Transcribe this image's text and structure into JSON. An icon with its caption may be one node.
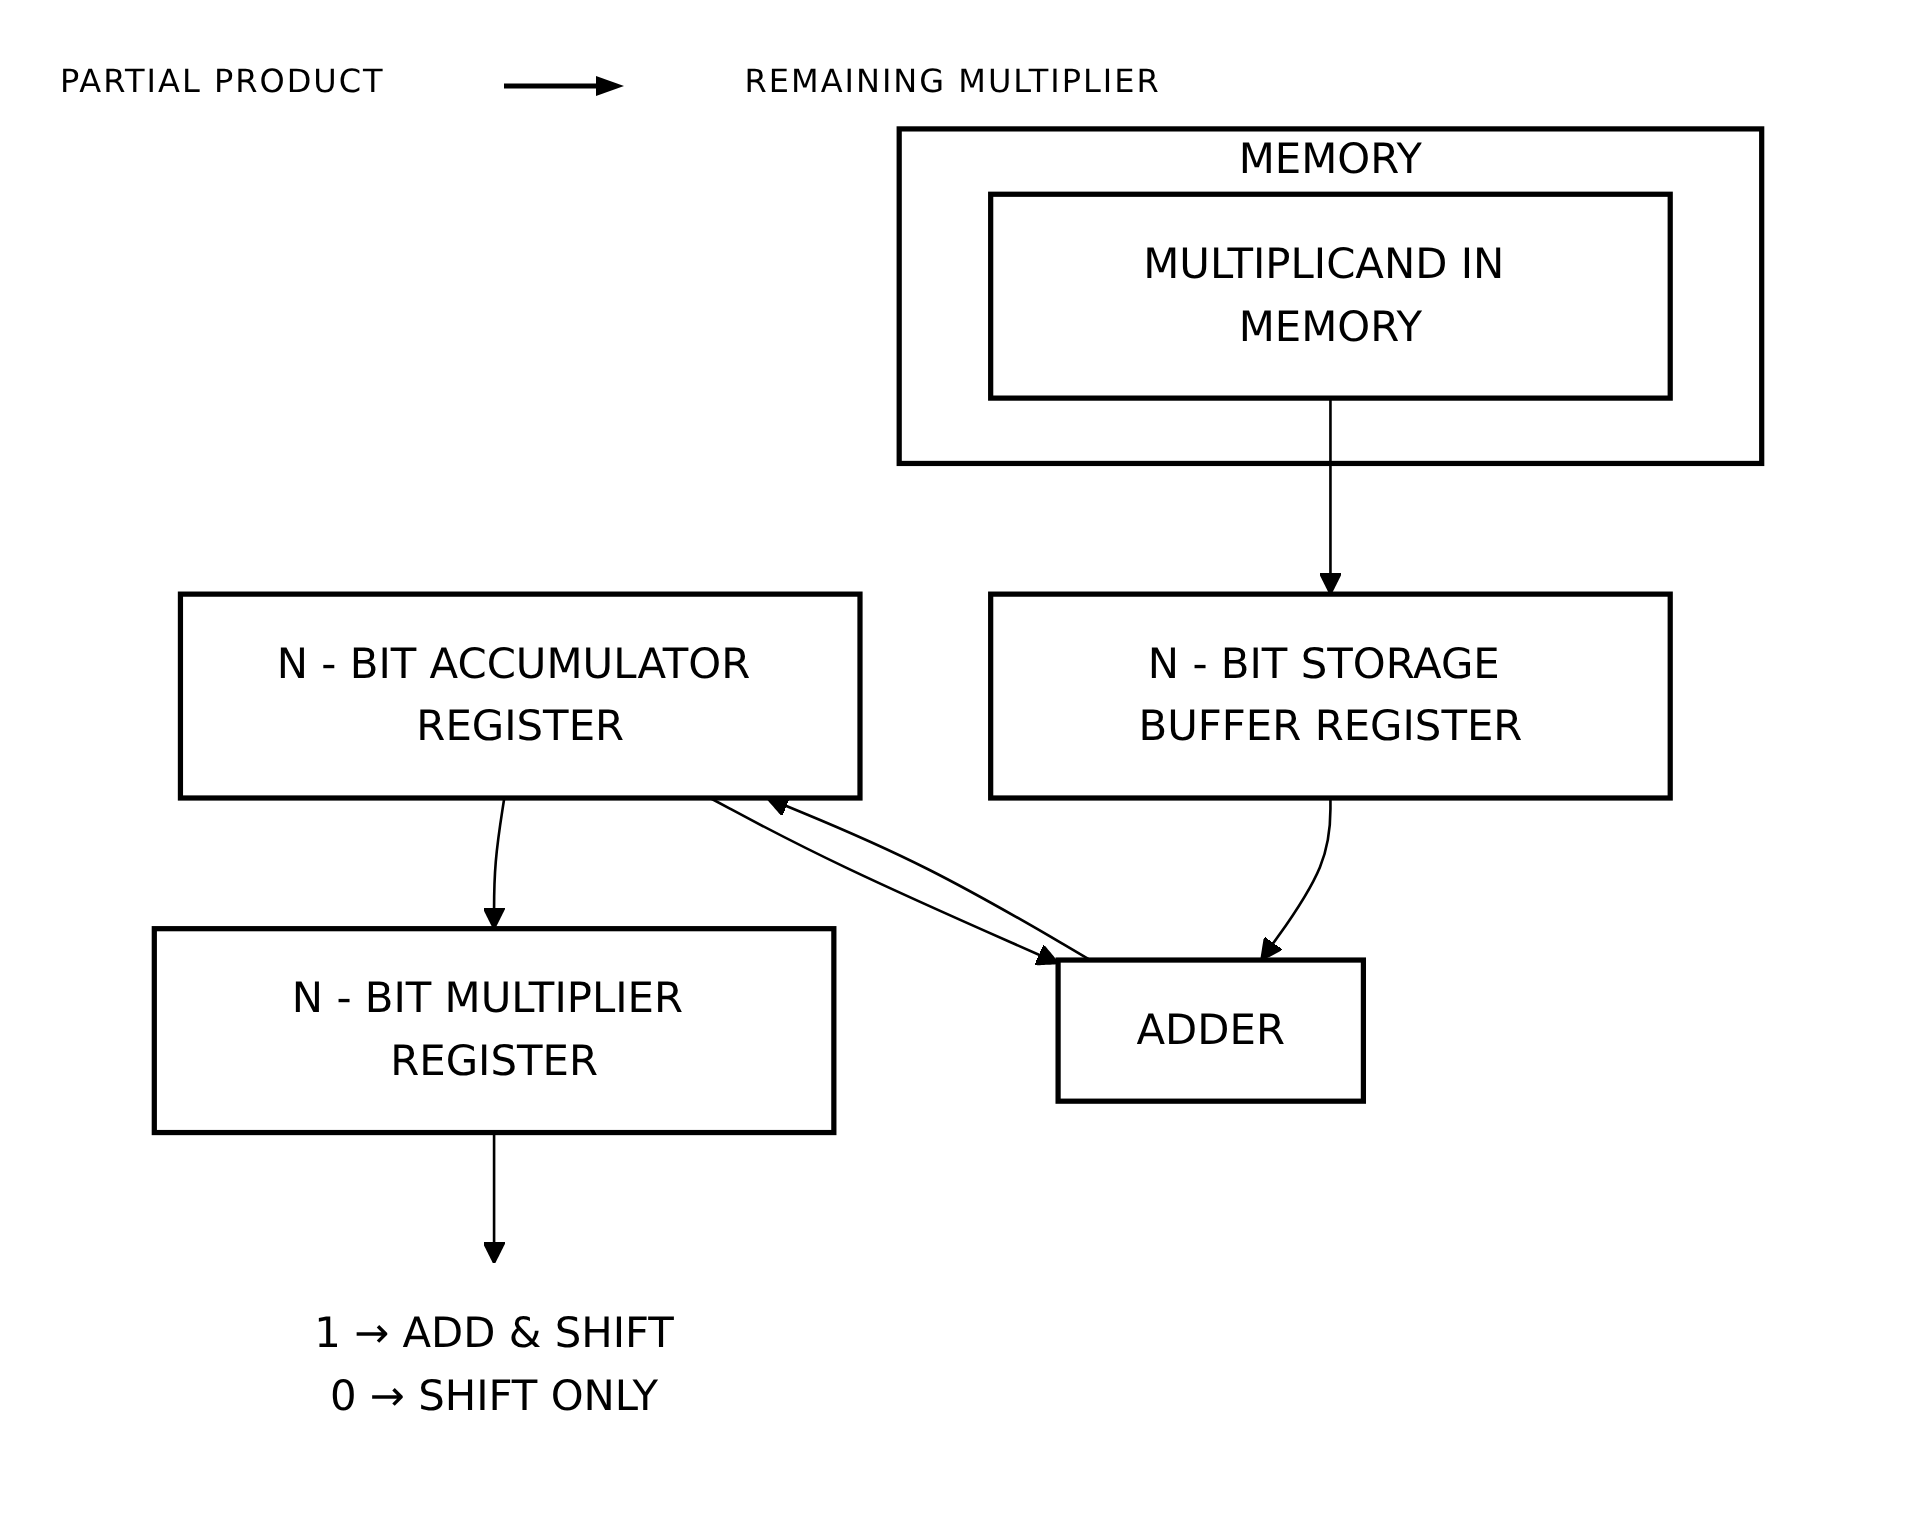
{
  "diagram": {
    "nodes": [
      {
        "text": [
          "N - BIT ACCUMULATOR REGISTER"
        ]
      },
      {
        "text": [
          "N - BIT MULTIPLIER REGISTER"
        ]
      },
      {
        "text": [
          "1 → ADD & SHIFT",
          "0 → SHIFT ONLY"
        ]
      },
      {
        "text": [
          "ADDER"
        ]
      },
      {
        "text": [
          "N - BIT STORAGE BUFFER REGISTER"
        ]
      },
      {
        "text": [
          "MEMORY"
        ]
      },
      {
        "text": [
          "MULTIPLICAND IN MEMORY"
        ],
        "in": 5
      }
    ],
    "edges": [
      {
        "from": 0,
        "to": 1,
        "arrow": "to"
      },
      {
        "from": 1,
        "to": 2,
        "arrow": "to"
      },
      {
        "from": 0,
        "to": 3,
        "arrow": "to"
      },
      {
        "from": 3,
        "to": 0,
        "arrow": "to"
      },
      {
        "from": 4,
        "to": 3,
        "arrow": "to"
      },
      {
        "from": 6,
        "to": 4,
        "arrow": "to"
      }
    ],
    "labels": [
      "PARTIAL PRODUCT",
      "REMAINING MULTIPLIER"
    ]
  }
}
